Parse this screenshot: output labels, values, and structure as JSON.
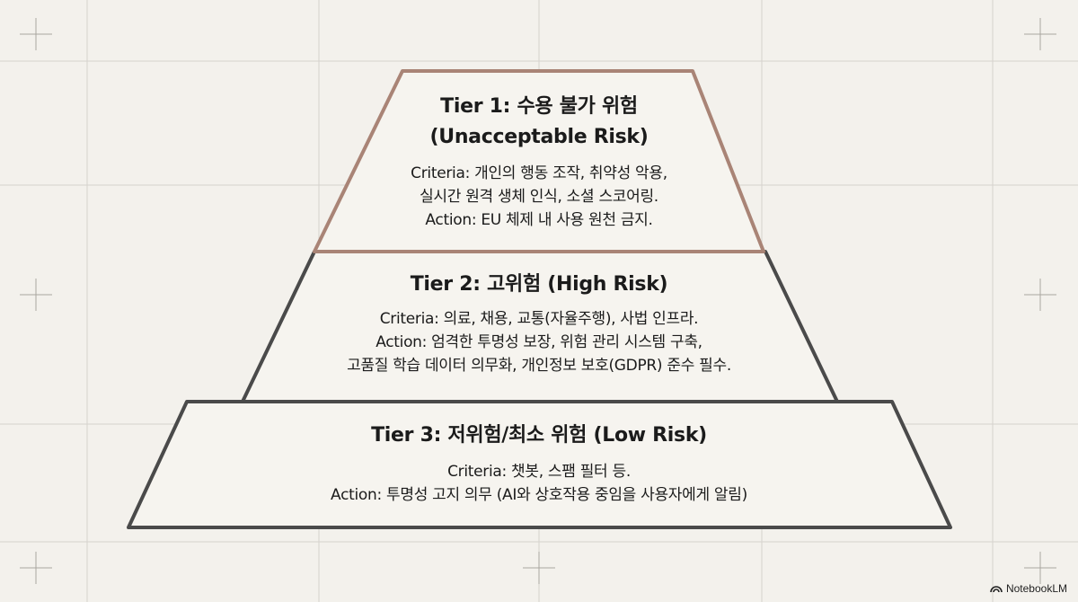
{
  "tiers": [
    {
      "title_lines": [
        "Tier 1: 수용 불가 위험",
        "(Unacceptable Risk)"
      ],
      "body_lines": [
        "Criteria: 개인의 행동 조작, 취약성 악용,",
        "실시간 원격 생체 인식, 소셜 스코어링.",
        "Action: EU 체제 내 사용 원천 금지."
      ],
      "stroke": "#a98476"
    },
    {
      "title_lines": [
        "Tier 2: 고위험 (High Risk)"
      ],
      "body_lines": [
        "Criteria: 의료, 채용, 교통(자율주행), 사법 인프라.",
        "Action: 엄격한 투명성 보장, 위험 관리 시스템 구축,",
        "고품질 학습 데이터 의무화, 개인정보 보호(GDPR) 준수 필수."
      ],
      "stroke": "#4a4a4a"
    },
    {
      "title_lines": [
        "Tier 3: 저위험/최소 위험 (Low Risk)"
      ],
      "body_lines": [
        "Criteria: 챗봇, 스팸 필터 등.",
        "Action: 투명성 고지 의무 (AI와 상호작용 중임을 사용자에게 알림)"
      ],
      "stroke": "#4a4a4a"
    }
  ],
  "brand": {
    "label": "NotebookLM",
    "icon": "notebooklm-logo-icon"
  },
  "colors": {
    "background": "#f3f1ec",
    "grid": "#d3d0ca",
    "tier1_stroke": "#a98476",
    "tier_stroke": "#4a4a4a"
  }
}
